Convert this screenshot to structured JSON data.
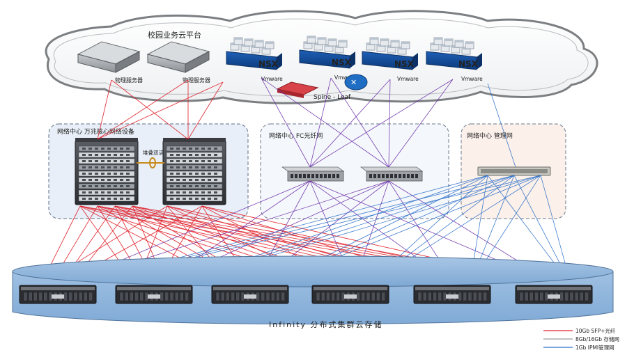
{
  "cloud": {
    "title": "校园业务云平台",
    "physical_server_label": "物理服务器",
    "nsx_label": "NSX",
    "vmware_label": "Vmware",
    "spine_leaf_label": "Spine - Leaf"
  },
  "zones": {
    "core": {
      "title": "网络中心 万兆核心网络设备",
      "stack_label": "堆叠双活"
    },
    "fc": {
      "title": "网络中心 FC光纤网"
    },
    "mgmt": {
      "title": "网络中心 管理网"
    }
  },
  "storage": {
    "title": "Infinity 分布式集群云存储"
  },
  "legend": [
    {
      "label": "10Gb SFP+光纤",
      "color": "#e0202a"
    },
    {
      "label": "8Gb/16Gb 存储网",
      "color": "#9a9a9a"
    },
    {
      "label": "1Gb IPMI管理网",
      "color": "#2a6fc9"
    }
  ],
  "colors": {
    "fiber": "#e0202a",
    "fc": "#6a2fa8",
    "ipmi": "#2a6fc9",
    "storage_fill": "#8fb6dc"
  }
}
